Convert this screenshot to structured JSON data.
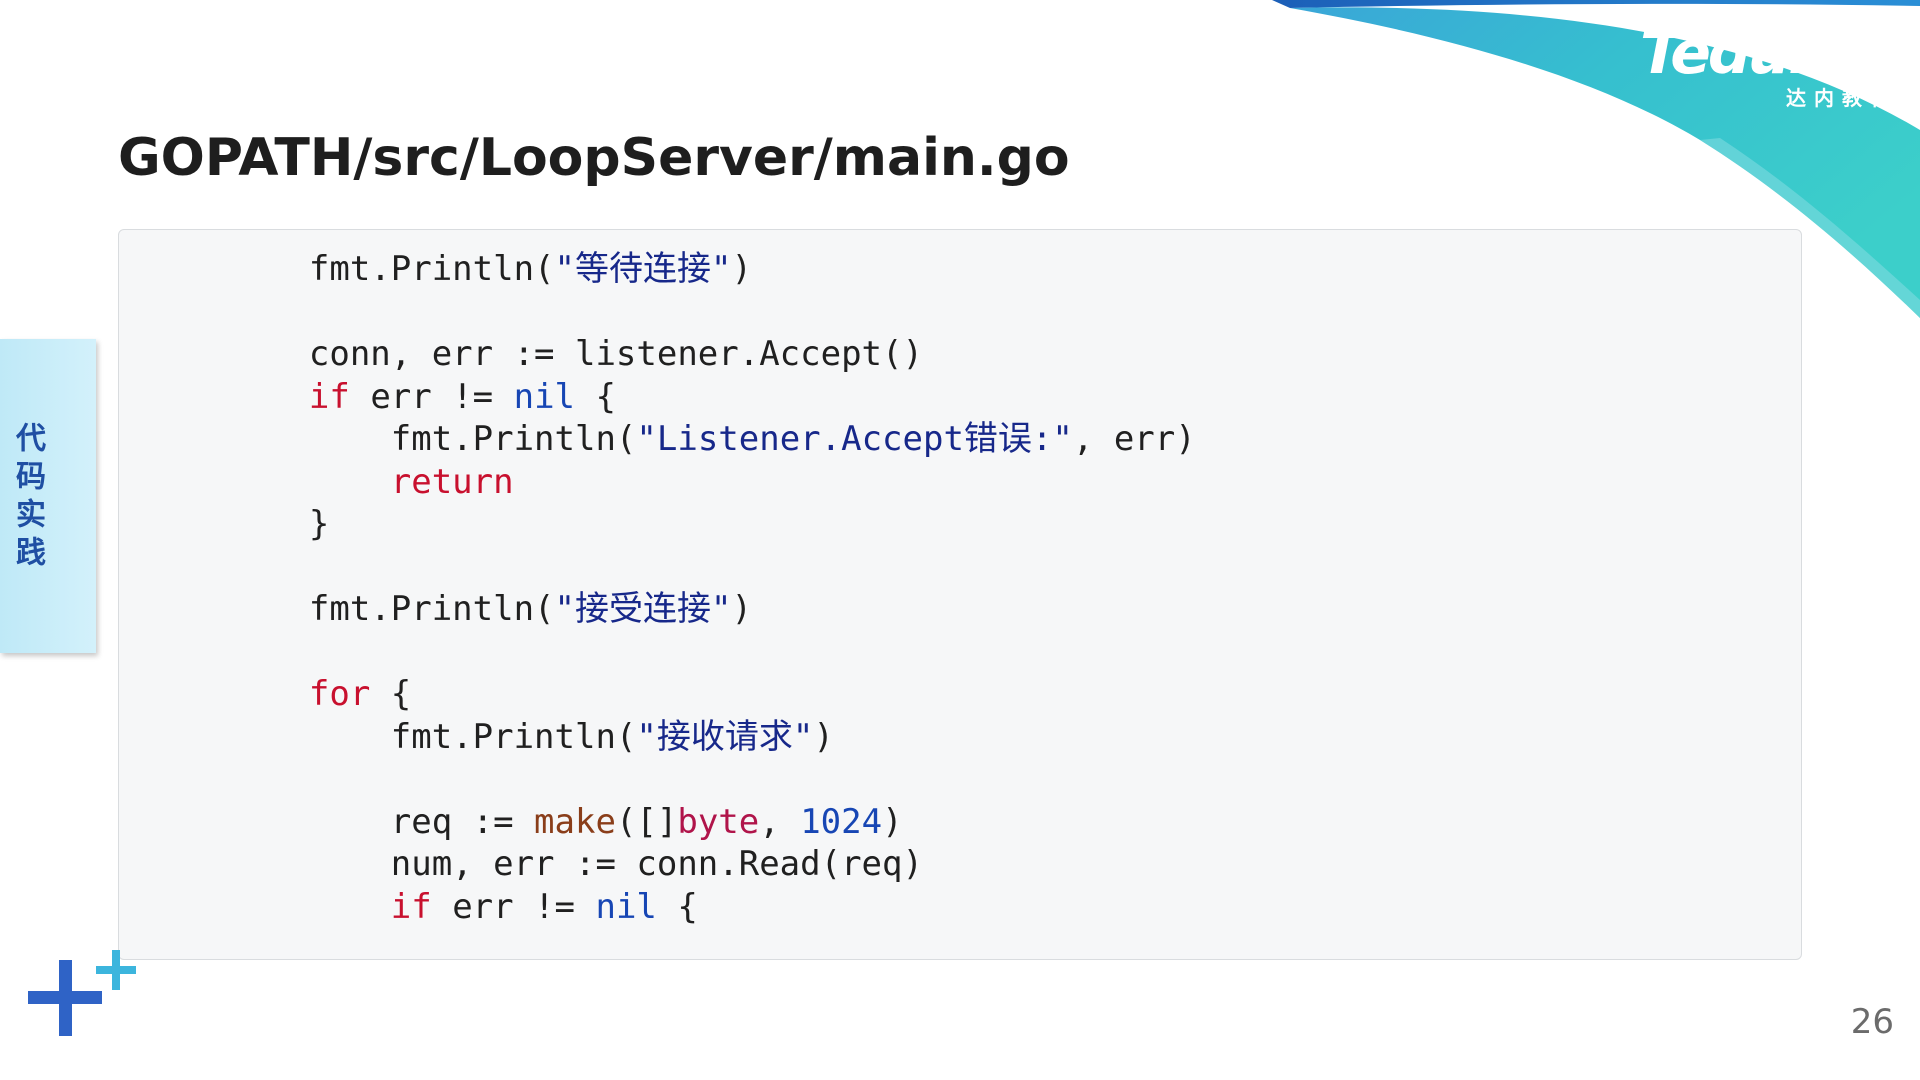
{
  "slide": {
    "title": "GOPATH/src/LoopServer/main.go",
    "page_number": "26",
    "section_tab": "代码实践",
    "logo": {
      "brand": "Tedu.cn",
      "subtitle": "达内教育"
    },
    "colors": {
      "accent_teal": "#3cc3cf",
      "accent_blue": "#1f6fc5",
      "tab_text": "#1f4fa3",
      "keyword_red": "#c8102e",
      "string_navy": "#17288a",
      "literal_blue": "#1746b4",
      "builtin_brown": "#8a3e1a",
      "type_pink": "#b0144a",
      "code_background": "#f6f7f8"
    },
    "icons": {
      "decoration": "plus-icon"
    }
  },
  "code": {
    "language": "go",
    "lines": [
      [
        {
          "t": "    fmt.Println(",
          "k": "plain"
        },
        {
          "t": "\"等待连接\"",
          "k": "str"
        },
        {
          "t": ")",
          "k": "plain"
        }
      ],
      [],
      [
        {
          "t": "    conn, err := listener.Accept()",
          "k": "plain"
        }
      ],
      [
        {
          "t": "    ",
          "k": "plain"
        },
        {
          "t": "if",
          "k": "kw"
        },
        {
          "t": " err != ",
          "k": "plain"
        },
        {
          "t": "nil",
          "k": "lit"
        },
        {
          "t": " {",
          "k": "plain"
        }
      ],
      [
        {
          "t": "        fmt.Println(",
          "k": "plain"
        },
        {
          "t": "\"Listener.Accept错误:\"",
          "k": "str"
        },
        {
          "t": ", err)",
          "k": "plain"
        }
      ],
      [
        {
          "t": "        ",
          "k": "plain"
        },
        {
          "t": "return",
          "k": "kw"
        }
      ],
      [
        {
          "t": "    }",
          "k": "plain"
        }
      ],
      [],
      [
        {
          "t": "    fmt.Println(",
          "k": "plain"
        },
        {
          "t": "\"接受连接\"",
          "k": "str"
        },
        {
          "t": ")",
          "k": "plain"
        }
      ],
      [],
      [
        {
          "t": "    ",
          "k": "plain"
        },
        {
          "t": "for",
          "k": "kw"
        },
        {
          "t": " {",
          "k": "plain"
        }
      ],
      [
        {
          "t": "        fmt.Println(",
          "k": "plain"
        },
        {
          "t": "\"接收请求\"",
          "k": "str"
        },
        {
          "t": ")",
          "k": "plain"
        }
      ],
      [],
      [
        {
          "t": "        req := ",
          "k": "plain"
        },
        {
          "t": "make",
          "k": "fn"
        },
        {
          "t": "([]",
          "k": "plain"
        },
        {
          "t": "byte",
          "k": "type"
        },
        {
          "t": ", ",
          "k": "plain"
        },
        {
          "t": "1024",
          "k": "lit"
        },
        {
          "t": ")",
          "k": "plain"
        }
      ],
      [
        {
          "t": "        num, err := conn.Read(req)",
          "k": "plain"
        }
      ],
      [
        {
          "t": "        ",
          "k": "plain"
        },
        {
          "t": "if",
          "k": "kw"
        },
        {
          "t": " err != ",
          "k": "plain"
        },
        {
          "t": "nil",
          "k": "lit"
        },
        {
          "t": " {",
          "k": "plain"
        }
      ]
    ]
  }
}
